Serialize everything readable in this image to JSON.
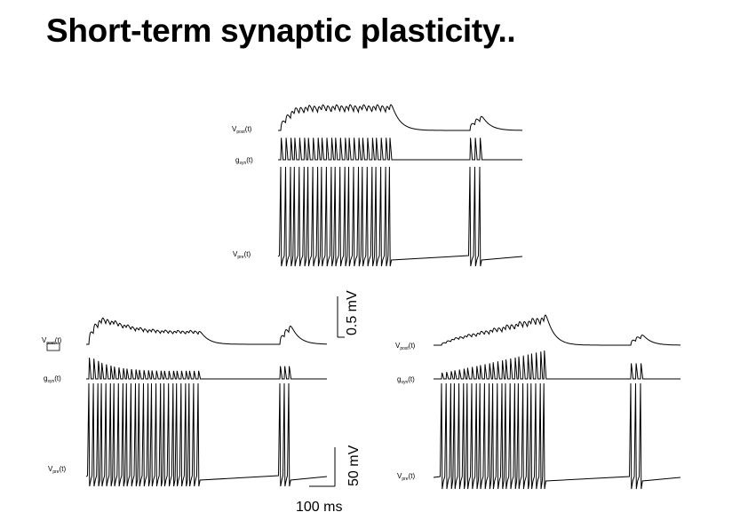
{
  "title": "Short-term synaptic plasticity..",
  "panels": [
    {
      "name": "top",
      "dynamics": "flat",
      "labels": {
        "vpost": {
          "main": "V",
          "sub": "post",
          "tail": "(t)"
        },
        "gsyn": {
          "main": "g",
          "sub": "syn",
          "tail": "(t)"
        },
        "vpre": {
          "main": "V",
          "sub": "pre",
          "tail": "(t)"
        }
      }
    },
    {
      "name": "bottom-left",
      "dynamics": "depressing",
      "labels": {
        "vpost": {
          "main": "V",
          "sub": "post",
          "tail": "(t)"
        },
        "gsyn": {
          "main": "g",
          "sub": "syn",
          "tail": "(t)"
        },
        "vpre": {
          "main": "V",
          "sub": "pre",
          "tail": "(t)"
        }
      }
    },
    {
      "name": "bottom-right",
      "dynamics": "facilitating",
      "labels": {
        "vpost": {
          "main": "V",
          "sub": "post",
          "tail": "(t)"
        },
        "gsyn": {
          "main": "g",
          "sub": "syn",
          "tail": "(t)"
        },
        "vpre": {
          "main": "V",
          "sub": "pre",
          "tail": "(t)"
        }
      }
    }
  ],
  "scalebars": {
    "upper_voltage": "0.5 mV",
    "lower_voltage": "50 mV",
    "time": "100 ms"
  }
}
